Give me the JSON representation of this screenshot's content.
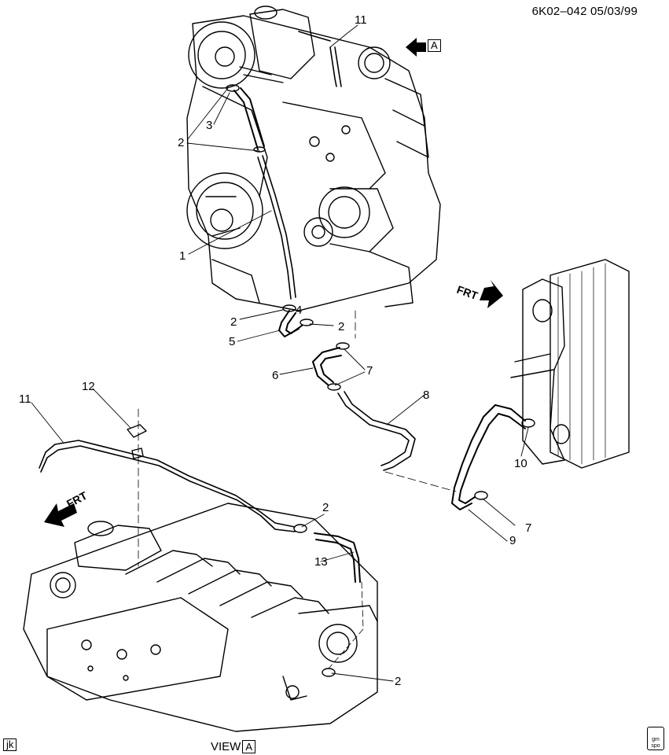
{
  "header": {
    "code": "6K02–042  05/03/99"
  },
  "view_ref_tag": "A",
  "view_label": {
    "text": "VIEW",
    "tag": "A"
  },
  "corner_tag": "jk",
  "seal": {
    "line1": "gm",
    "line2": "spo"
  },
  "frt_labels": [
    "FRT",
    "FRT"
  ],
  "callouts": {
    "c11_top": "11",
    "c3": "3",
    "c2_a": "2",
    "c1": "1",
    "c2_b": "2",
    "c4": "4",
    "c2_c": "2",
    "c5": "5",
    "c6": "6",
    "c7_a": "7",
    "c8": "8",
    "c12": "12",
    "c11_left": "11",
    "c10": "10",
    "c2_d": "2",
    "c7_b": "7",
    "c9": "9",
    "c13": "13",
    "c2_e": "2"
  }
}
